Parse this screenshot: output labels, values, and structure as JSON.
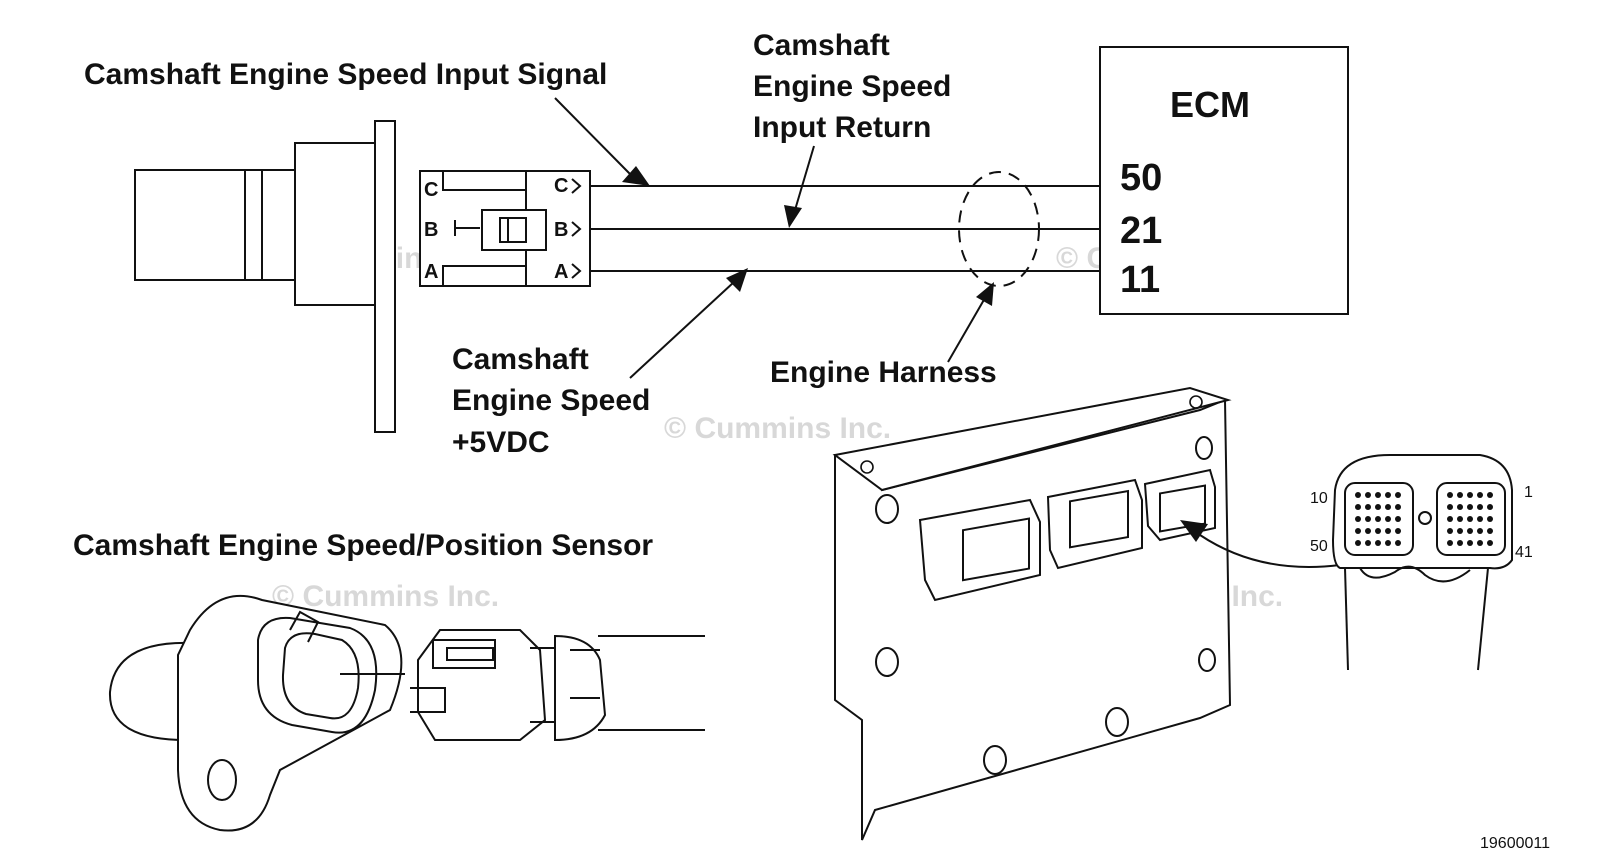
{
  "labels": {
    "input_signal": "Camshaft Engine Speed Input Signal",
    "input_return": [
      "Camshaft",
      "Engine Speed",
      "Input Return"
    ],
    "plus5vdc": [
      "Camshaft",
      "Engine Speed",
      "+5VDC"
    ],
    "engine_harness": "Engine Harness",
    "sensor_title": "Camshaft Engine Speed/Position Sensor"
  },
  "ecm": {
    "title": "ECM",
    "pins": [
      "50",
      "21",
      "11"
    ]
  },
  "connector_pins": {
    "sensor_side": [
      "C",
      "B",
      "A"
    ],
    "harness_side": [
      "C",
      "B",
      "A"
    ]
  },
  "ecm_connector_pins": {
    "top_left": "10",
    "bottom_left": "50",
    "top_right": "1",
    "bottom_right": "41"
  },
  "watermark": "© Cummins Inc.",
  "figure_id": "19600011"
}
